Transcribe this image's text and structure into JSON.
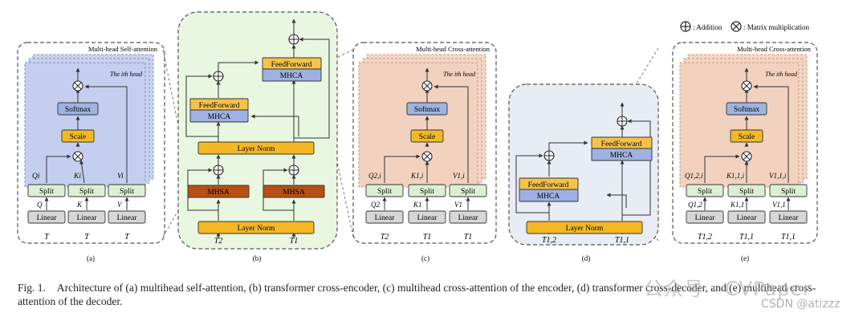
{
  "legend": {
    "addition": ": Addition",
    "matmul": ": Matrix multiplication"
  },
  "panels": {
    "a": {
      "title": "Multi-head Self-attention",
      "head_label": "The ith head",
      "softmax": "Softmax",
      "scale": "Scale",
      "split": "Split",
      "linear": "Linear",
      "q_head": "Qi",
      "k_head": "Ki",
      "v_head": "Vi",
      "q": "Q",
      "k": "K",
      "v": "V",
      "inputs": [
        "T",
        "T",
        "T"
      ],
      "tag": "(a)"
    },
    "b": {
      "feedforward": "FeedForward",
      "mhca": "MHCA",
      "layer_norm": "Layer Norm",
      "mhsa": "MHSA",
      "inputs": [
        "T2",
        "T1"
      ],
      "tag": "(b)"
    },
    "c": {
      "title": "Multi-head Cross-attention",
      "head_label": "The ith head",
      "softmax": "Softmax",
      "scale": "Scale",
      "split": "Split",
      "linear": "Linear",
      "q_head": "Q2,i",
      "k_head": "K1,i",
      "v_head": "V1,i",
      "q": "Q2",
      "k": "K1",
      "v": "V1",
      "inputs": [
        "T2",
        "T1",
        "T1"
      ],
      "tag": "(c)"
    },
    "d": {
      "feedforward": "FeedForward",
      "mhca": "MHCA",
      "layer_norm": "Layer Norm",
      "inputs": [
        "T1,2",
        "T1,1"
      ],
      "tag": "(d)"
    },
    "e": {
      "title": "Multi-head Cross-attention",
      "head_label": "The ith head",
      "softmax": "Softmax",
      "scale": "Scale",
      "split": "Split",
      "linear": "Linear",
      "q_head": "Q1,2,i",
      "k_head": "K1,1,i",
      "v_head": "V1,1,i",
      "q": "Q1,2",
      "k": "K1,1",
      "v": "V1,1",
      "inputs": [
        "T1,2",
        "T1,1",
        "T1,1"
      ],
      "tag": "(e)"
    }
  },
  "caption": {
    "figno": "Fig. 1.",
    "text": "Architecture of (a) multihead self-attention, (b) transformer cross-encoder, (c) multihead cross-attention of the encoder, (d) transformer cross-decoder, and (e) multihead cross-attention of the decoder."
  },
  "watermarks": {
    "wechat": "公众号 · CVPaper",
    "csdn": "CSDN @atizzz"
  },
  "colors": {
    "panel_a_head": "#c9d3ee",
    "panel_c_head": "#f4d6c4",
    "panel_b_bg": "#e9f6e0",
    "panel_d_bg": "#e8ecf5",
    "feedforward": "#f5c24a",
    "mhca": "#9fb1e2",
    "layer_norm": "#f3b824",
    "mhsa": "#b84f14",
    "softmax": "#9fb3df",
    "scale": "#f3b824",
    "split": "#dcefd3",
    "linear": "#d7d7d7"
  }
}
